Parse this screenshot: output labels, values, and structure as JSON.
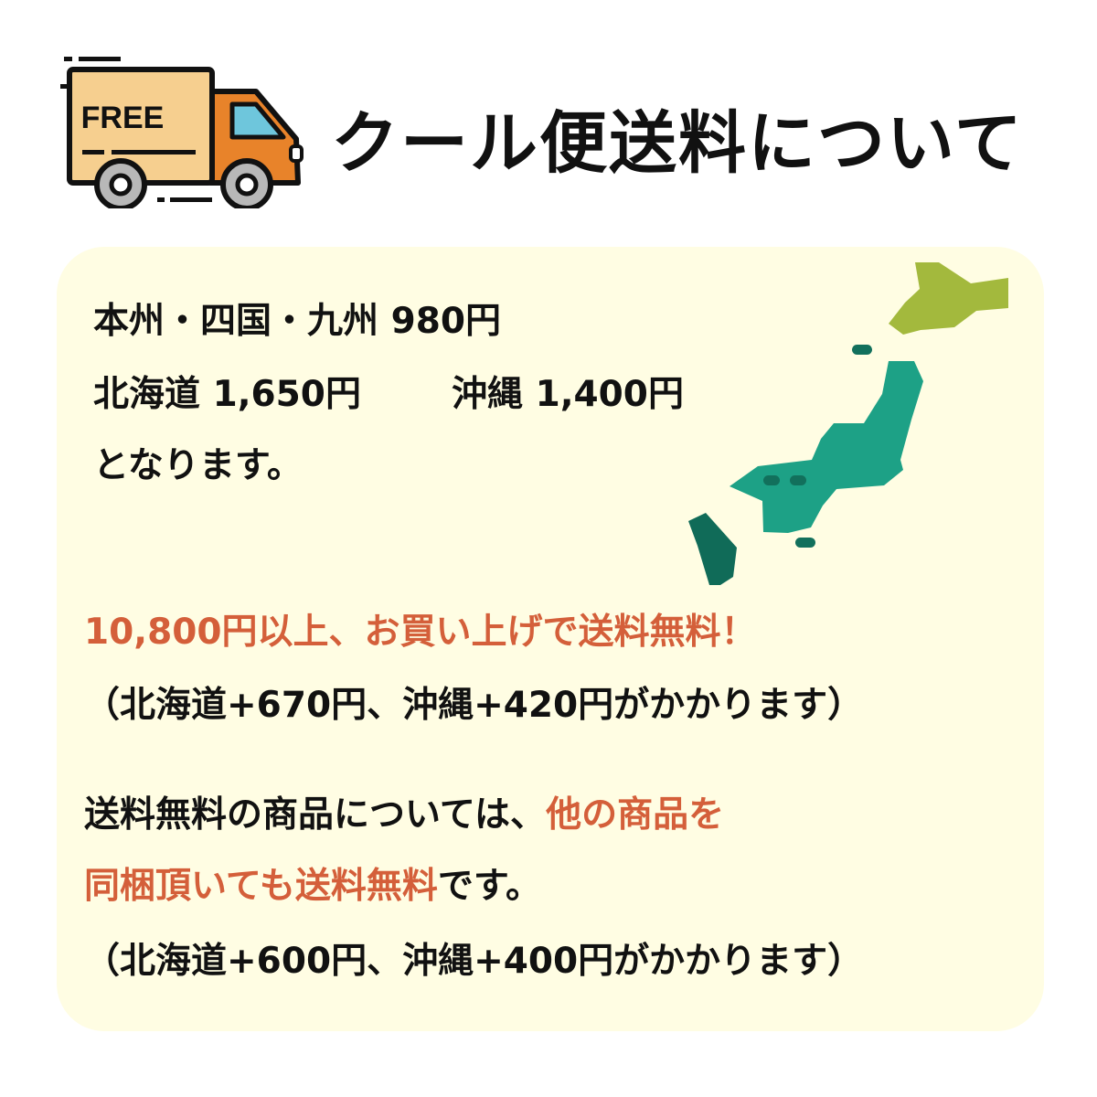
{
  "header": {
    "truck_badge": "FREE",
    "title": "クール便送料について"
  },
  "rates": {
    "line1": "本州・四国・九州 980円",
    "line2_hokkaido": "北海道 1,650円",
    "line2_okinawa": "沖縄 1,400円",
    "line3": "となります。"
  },
  "free_shipping": {
    "headline": "10,800円以上、お買い上げで送料無料！",
    "note": "（北海道+670円、沖縄+420円がかかります）"
  },
  "bundled": {
    "line1_plain": "送料無料の商品については、",
    "line1_accent": "他の商品を",
    "line2_accent": "同梱頂いても送料無料",
    "line2_plain": "です。",
    "note": "（北海道+600円、沖縄+400円がかかります）"
  },
  "colors": {
    "panel_bg": "#fffde3",
    "accent_text": "#d45f3a",
    "hokkaido": "#a3b93d",
    "honshu": "#1da186",
    "kyushu": "#106b58",
    "islands": "#12705c",
    "truck_cargo": "#f6cf8f",
    "truck_cab": "#e8832a",
    "truck_window": "#6ec6dc",
    "wheel": "#b8b8b8"
  }
}
